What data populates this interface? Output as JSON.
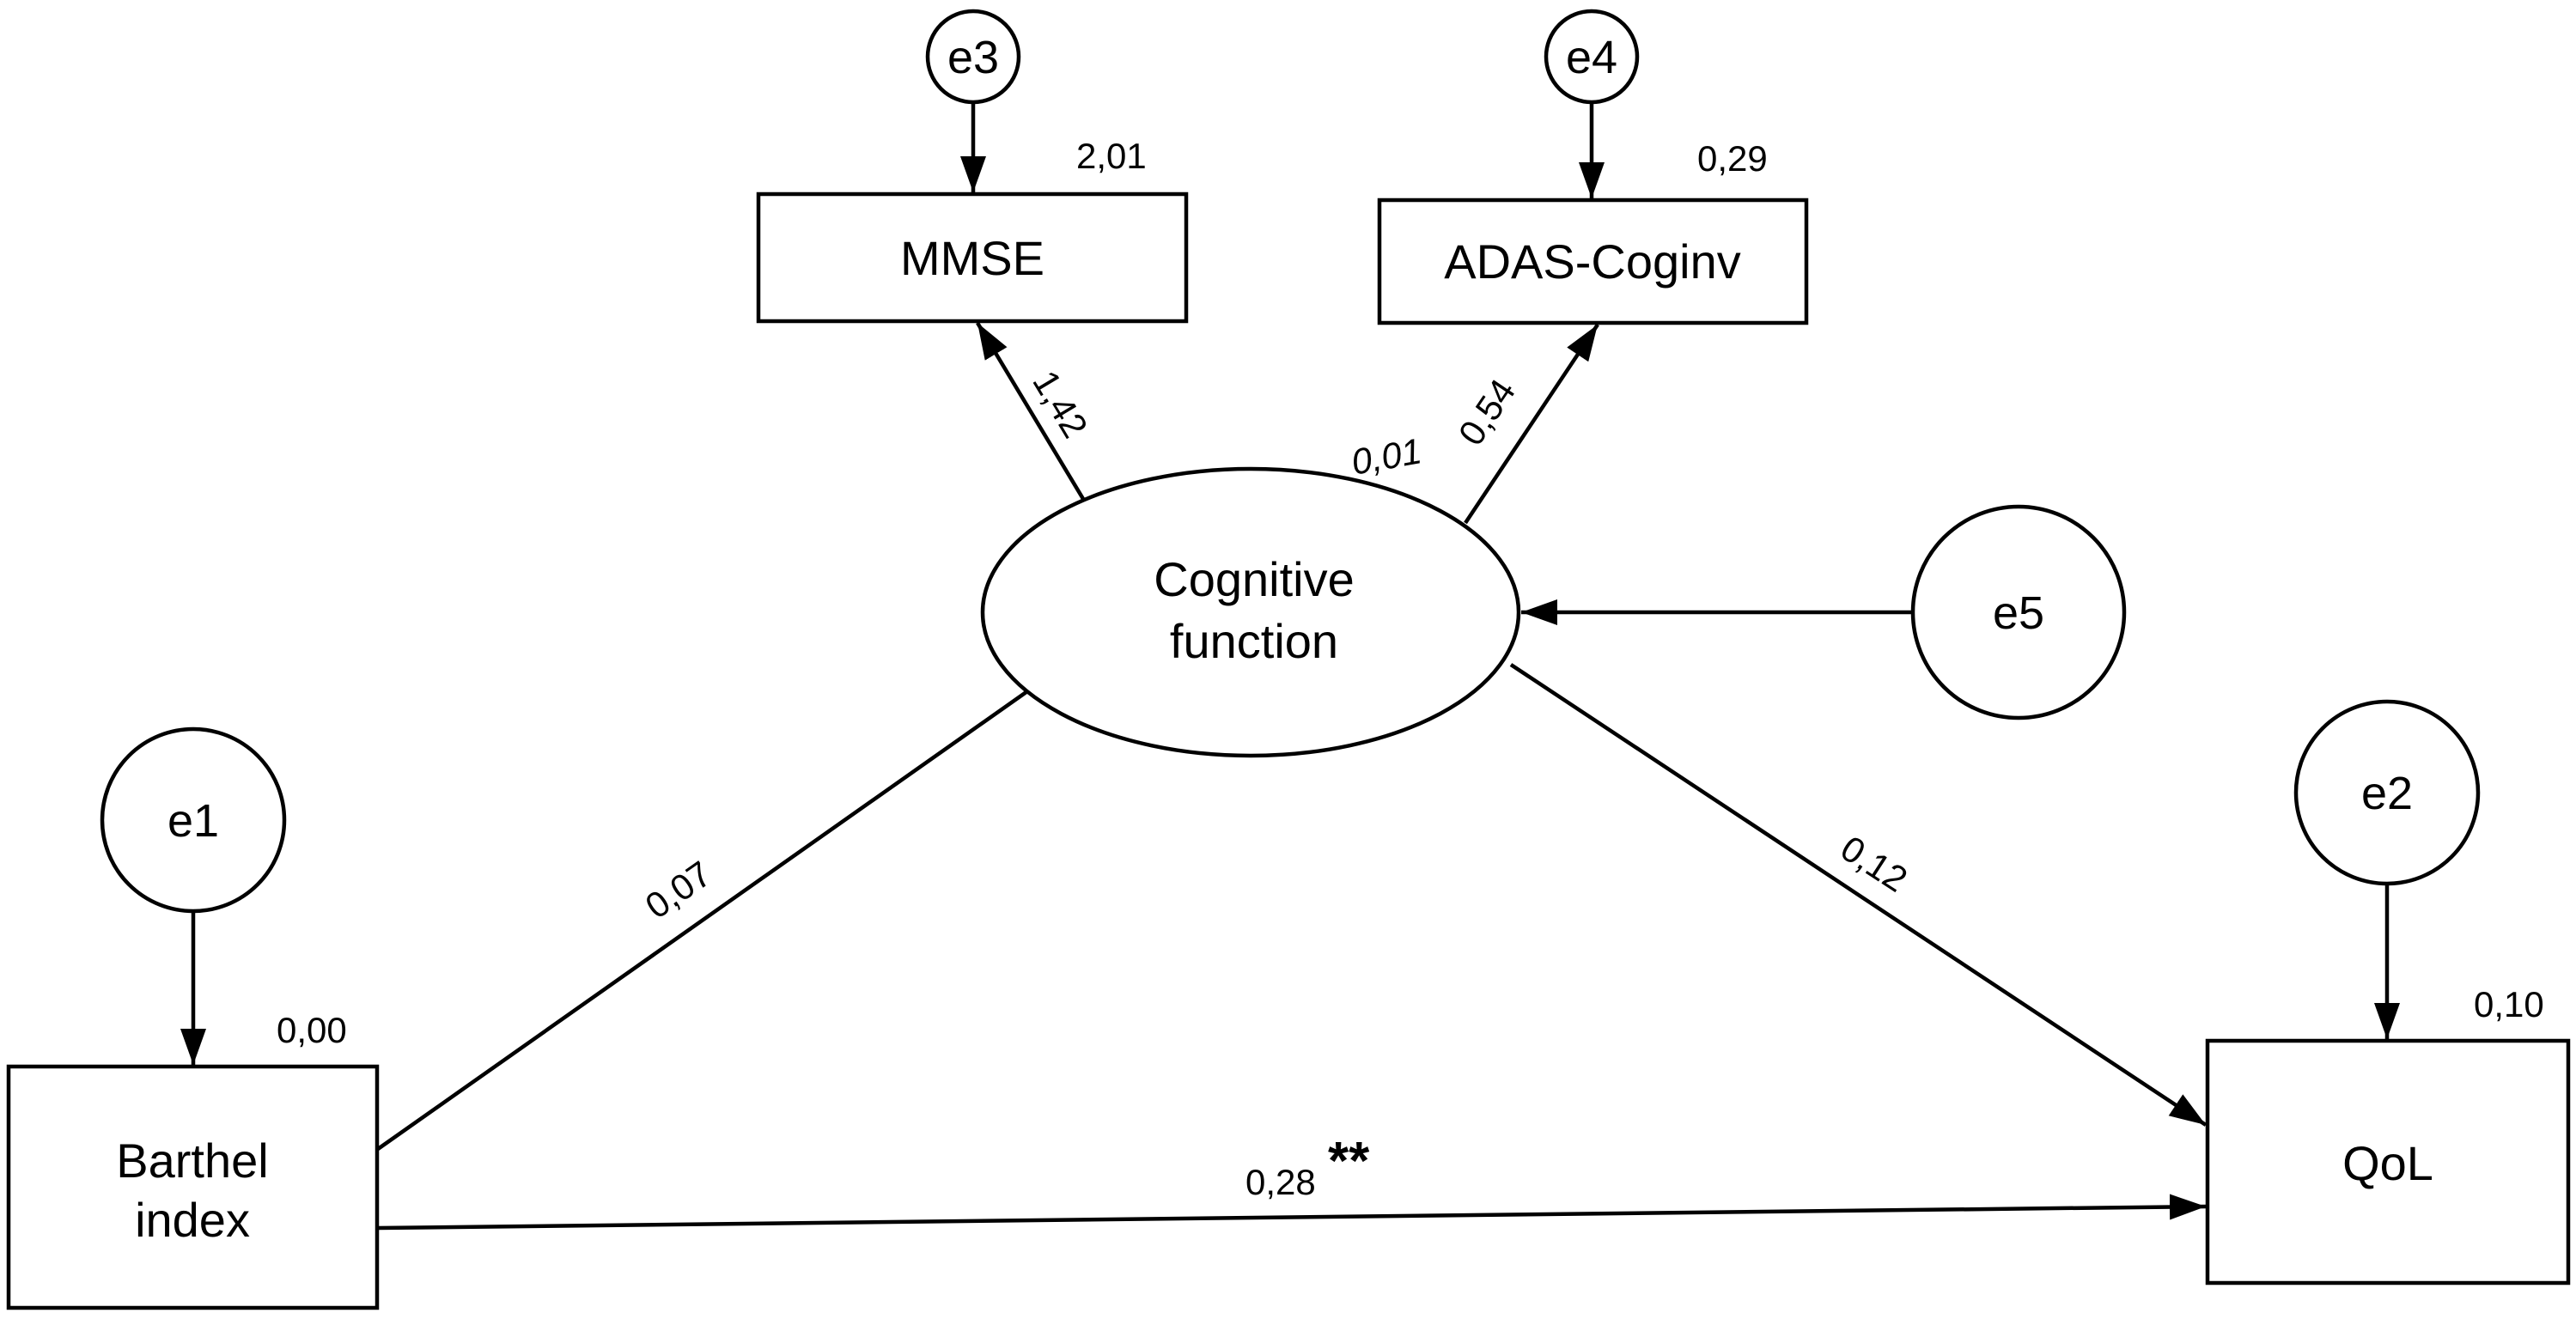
{
  "nodes": {
    "mmse": "MMSE",
    "adas": "ADAS-Coginv",
    "cognitive": [
      "Cognitive",
      "function"
    ],
    "barthel": [
      "Barthel",
      "index"
    ],
    "qol": "QoL",
    "e1": "e1",
    "e2": "e2",
    "e3": "e3",
    "e4": "e4",
    "e5": "e5"
  },
  "variances": {
    "mmse": "2,01",
    "adas": "0,29",
    "cognitive": "0,01",
    "barthel": "0,00",
    "qol": "0,10"
  },
  "paths": {
    "cognitive_mmse": "1,42",
    "cognitive_adas": "0,54",
    "barthel_cognitive": "0,07",
    "cognitive_qol": "0,12",
    "barthel_qol": "0,28",
    "barthel_qol_sig": "**"
  }
}
